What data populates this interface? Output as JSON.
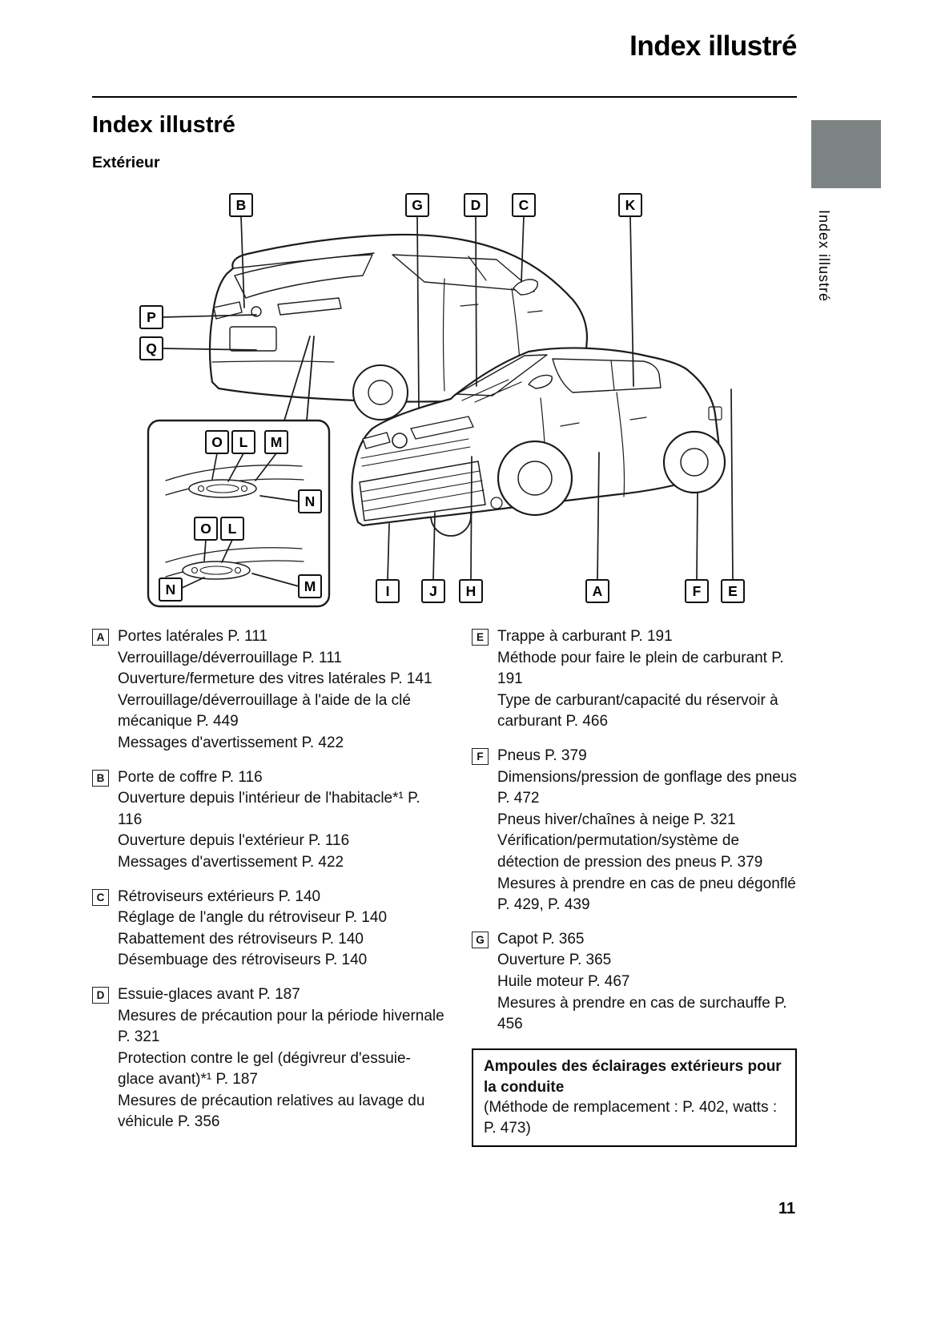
{
  "page": {
    "header_title": "Index illustré",
    "section_title": "Index illustré",
    "subsection_title": "Extérieur",
    "side_tab_label": "Index illustré",
    "page_number": "11"
  },
  "diagram": {
    "top_labels": [
      "B",
      "G",
      "D",
      "C",
      "K"
    ],
    "left_labels": [
      "P",
      "Q"
    ],
    "bottom_labels": [
      "I",
      "J",
      "H",
      "A",
      "F",
      "E"
    ],
    "inset_upper_labels": [
      "O",
      "L",
      "M",
      "N"
    ],
    "inset_lower_labels": [
      "O",
      "L",
      "N",
      "M"
    ]
  },
  "index": {
    "left": [
      {
        "key": "A",
        "title": "Portes latérales P. 111",
        "lines": [
          "Verrouillage/déverrouillage P. 111",
          "Ouverture/fermeture des vitres latérales P. 141",
          "Verrouillage/déverrouillage à l'aide de la clé mécanique P. 449",
          "Messages d'avertissement P. 422"
        ]
      },
      {
        "key": "B",
        "title": "Porte de coffre P. 116",
        "lines": [
          "Ouverture depuis l'intérieur de l'habitacle*¹ P. 116",
          "Ouverture depuis l'extérieur P. 116",
          "Messages d'avertissement P. 422"
        ]
      },
      {
        "key": "C",
        "title": "Rétroviseurs extérieurs P. 140",
        "lines": [
          "Réglage de l'angle du rétroviseur P. 140",
          "Rabattement des rétroviseurs P. 140",
          "Désembuage des rétroviseurs P. 140"
        ]
      },
      {
        "key": "D",
        "title": "Essuie-glaces avant P. 187",
        "lines": [
          "Mesures de précaution pour la période hivernale P. 321",
          "Protection contre le gel (dégivreur d'essuie-glace avant)*¹ P. 187",
          "Mesures de précaution relatives au lavage du véhicule P. 356"
        ]
      }
    ],
    "right": [
      {
        "key": "E",
        "title": "Trappe à carburant P. 191",
        "lines": [
          "Méthode pour faire le plein de carburant P. 191",
          "Type de carburant/capacité du réservoir à carburant P. 466"
        ]
      },
      {
        "key": "F",
        "title": "Pneus P. 379",
        "lines": [
          "Dimensions/pression de gonflage des pneus P. 472",
          "Pneus hiver/chaînes à neige P. 321",
          "Vérification/permutation/système de détection de pression des pneus P. 379",
          "Mesures à prendre en cas de pneu dégonflé P. 429, P. 439"
        ]
      },
      {
        "key": "G",
        "title": "Capot P. 365",
        "lines": [
          "Ouverture P. 365",
          "Huile moteur P. 467",
          "Mesures à prendre en cas de surchauffe P. 456"
        ]
      }
    ],
    "note": {
      "title": "Ampoules des éclairages extérieurs pour la conduite",
      "body": "(Méthode de remplacement : P. 402, watts : P. 473)"
    }
  }
}
